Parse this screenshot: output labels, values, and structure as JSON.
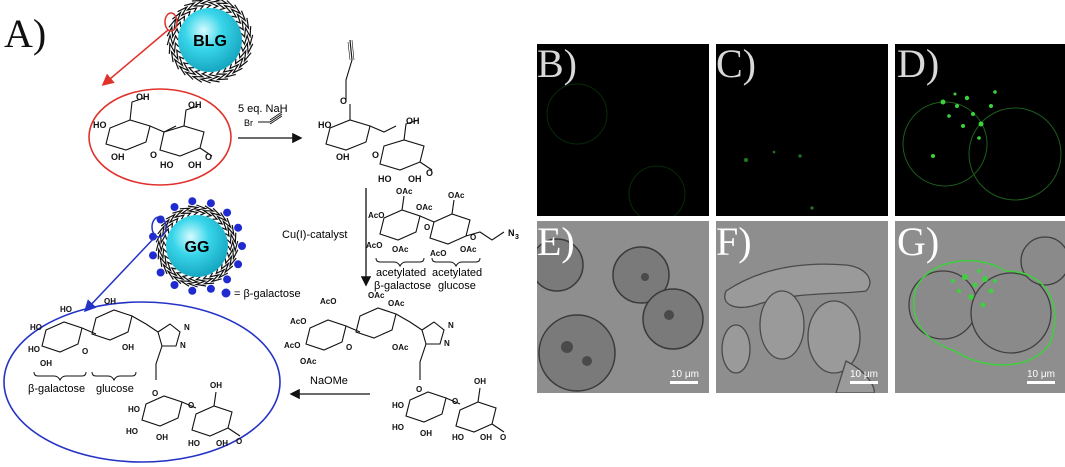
{
  "figure": {
    "panel_a_label": "A)",
    "panels": [
      {
        "id": "B",
        "label": "B)"
      },
      {
        "id": "C",
        "label": "C)"
      },
      {
        "id": "D",
        "label": "D)"
      },
      {
        "id": "E",
        "label": "E)"
      },
      {
        "id": "F",
        "label": "F)"
      },
      {
        "id": "G",
        "label": "G)"
      }
    ],
    "scale_bar": "10 μm"
  },
  "scheme": {
    "blg_label": "BLG",
    "gg_label": "GG",
    "reagent_1": "5 eq. NaH",
    "reagent_br": "Br",
    "catalyst": "Cu(I)-catalyst",
    "naome": "NaOMe",
    "legend_text": "= β-galactose",
    "acetylated_galactose_line1": "acetylated",
    "acetylated_galactose_line2": "β-galactose",
    "acetylated_glucose_line1": "acetylated",
    "acetylated_glucose_line2": "glucose",
    "beta_galactose": "β-galactose",
    "glucose": "glucose",
    "n3": "N",
    "n3_sub": "3"
  },
  "colors": {
    "sphere": "#39d6ea",
    "red": "#e0322c",
    "blue": "#2433c4",
    "green": "#39c93a"
  }
}
